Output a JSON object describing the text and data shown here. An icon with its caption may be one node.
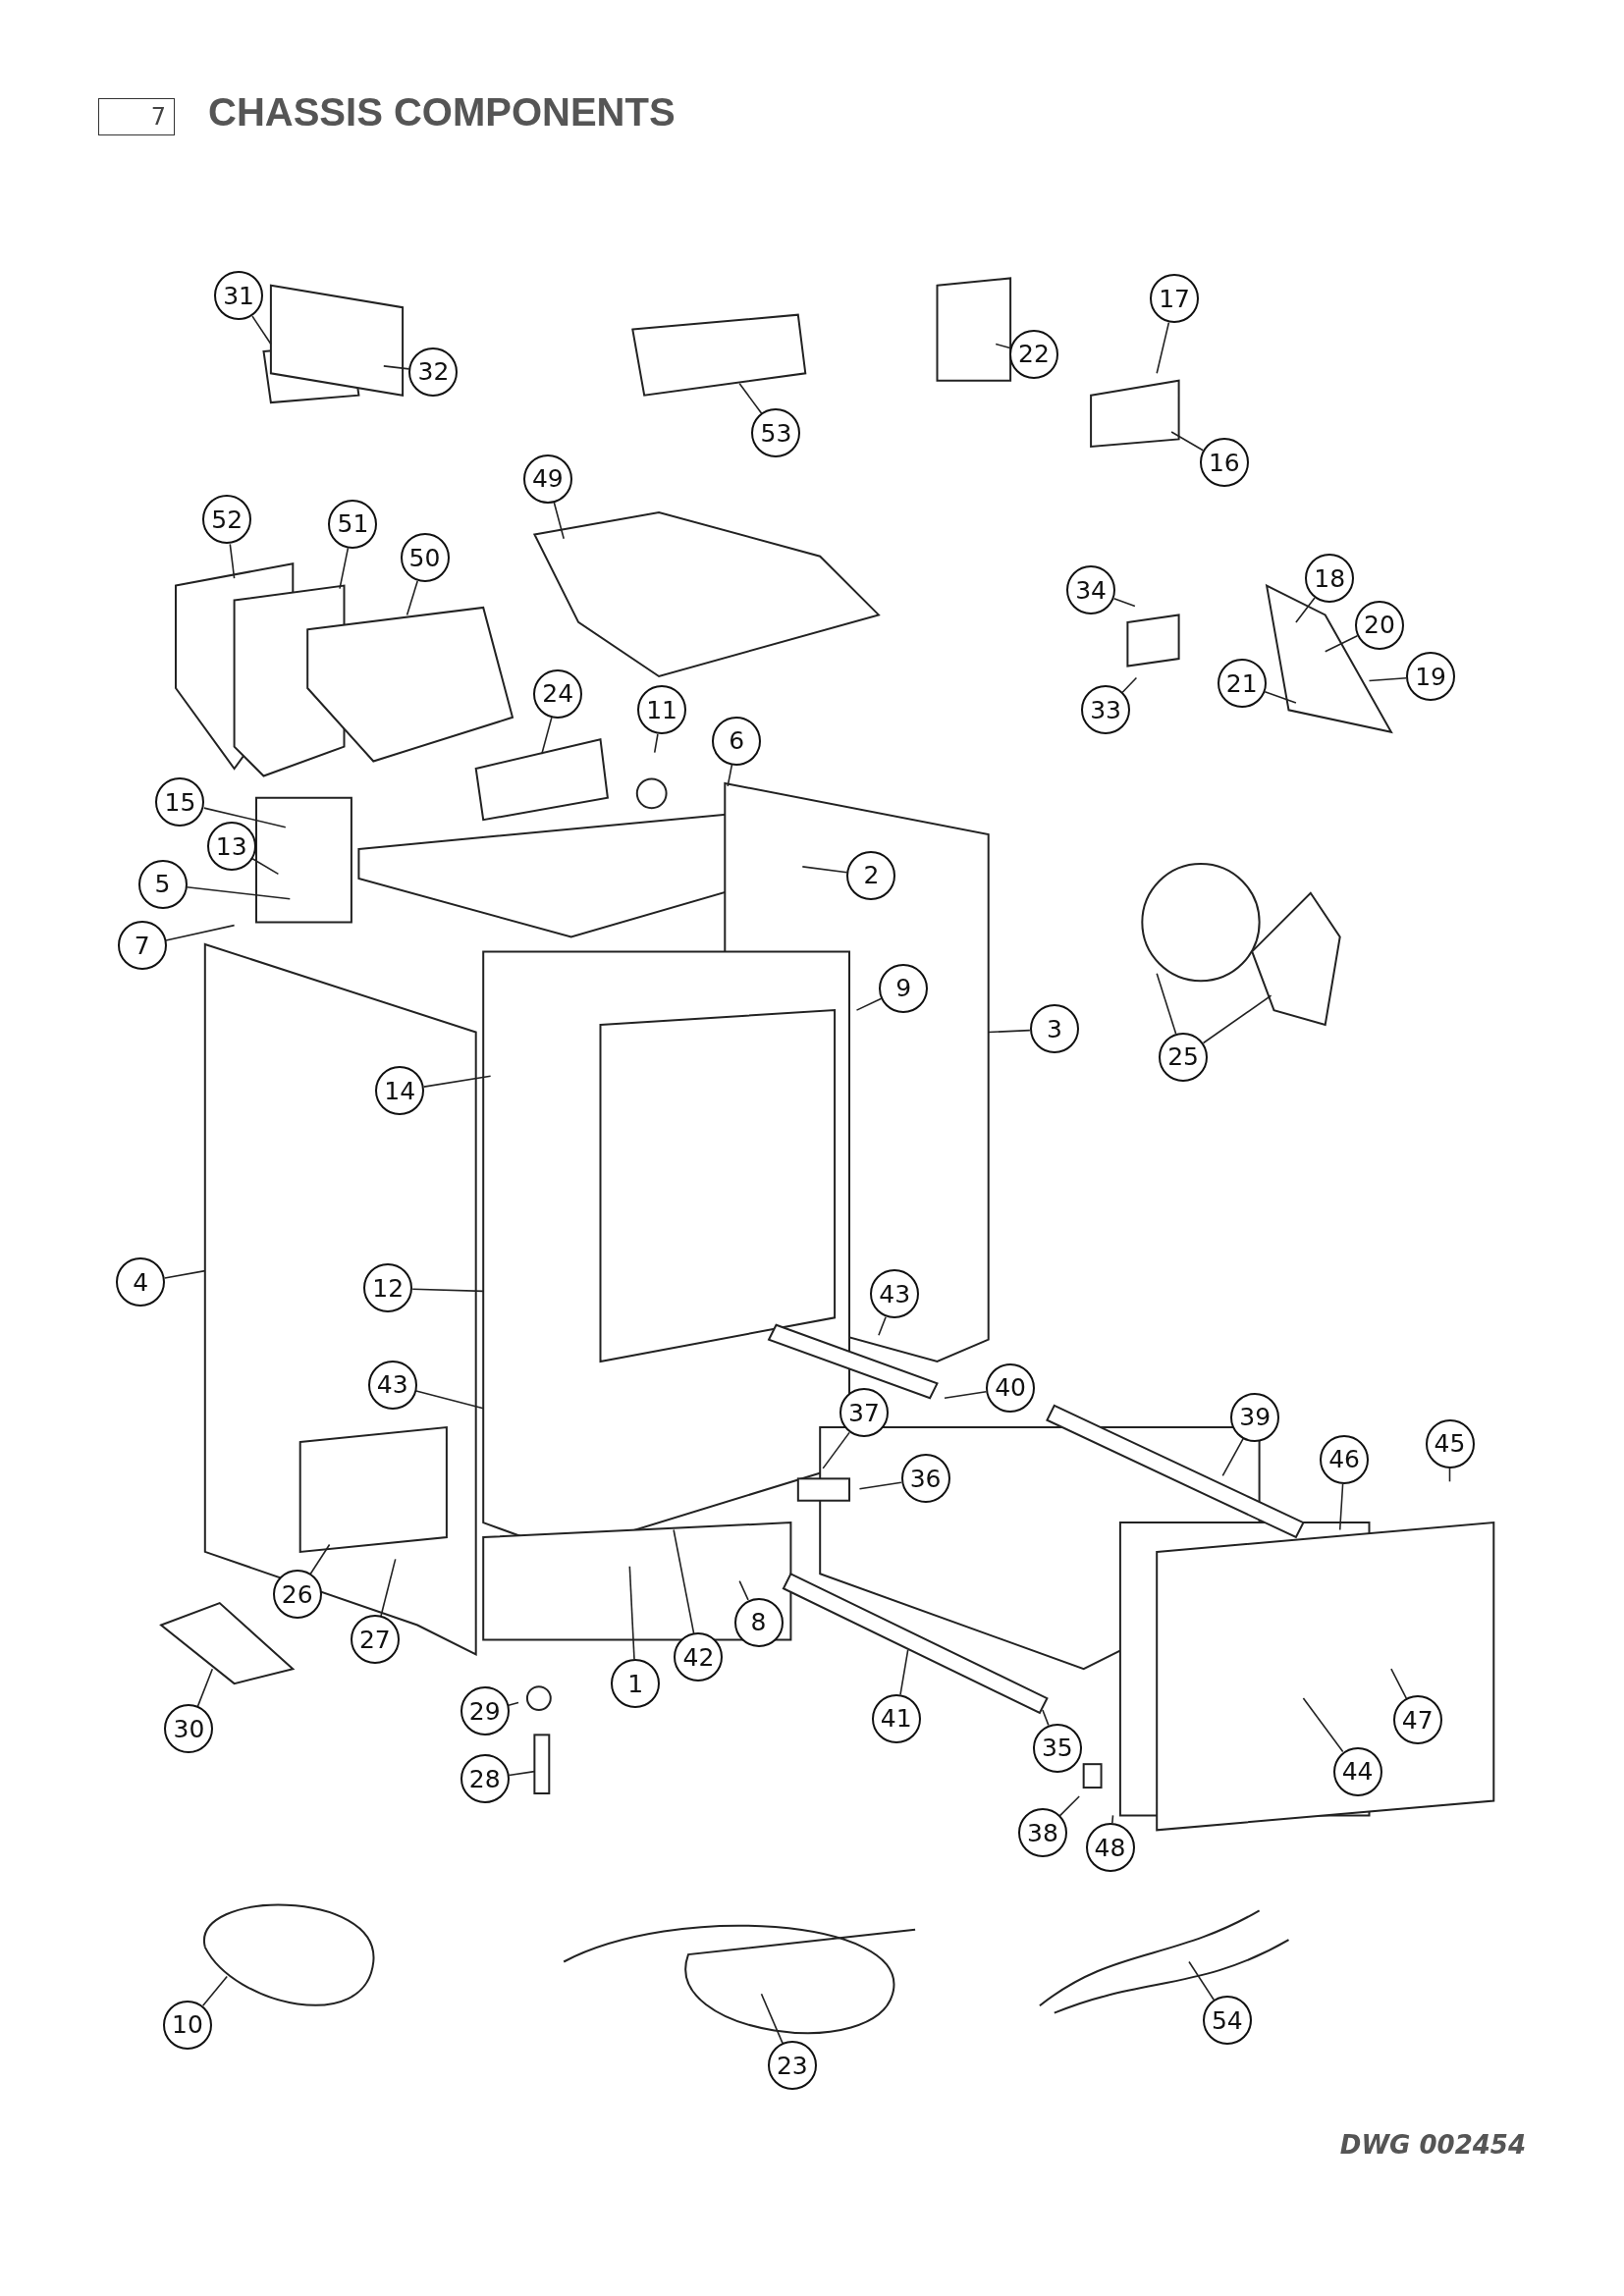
{
  "diagram": {
    "title": "CHASSIS COMPONENTS",
    "nodes": [
      {
        "text": [
          "7"
        ]
      },
      {
        "text": [
          "31"
        ]
      },
      {
        "text": [
          "32"
        ]
      },
      {
        "text": [
          "53"
        ]
      },
      {
        "text": [
          "22"
        ]
      },
      {
        "text": [
          "17"
        ]
      },
      {
        "text": [
          "16"
        ]
      },
      {
        "text": [
          "49"
        ]
      },
      {
        "text": [
          "52"
        ]
      },
      {
        "text": [
          "51"
        ]
      },
      {
        "text": [
          "50"
        ]
      },
      {
        "text": [
          "34"
        ]
      },
      {
        "text": [
          "18"
        ]
      },
      {
        "text": [
          "20"
        ]
      },
      {
        "text": [
          "19"
        ]
      },
      {
        "text": [
          "21"
        ]
      },
      {
        "text": [
          "33"
        ]
      },
      {
        "text": [
          "24"
        ]
      },
      {
        "text": [
          "11"
        ]
      },
      {
        "text": [
          "6"
        ]
      },
      {
        "text": [
          "15"
        ]
      },
      {
        "text": [
          "13"
        ]
      },
      {
        "text": [
          "5"
        ]
      },
      {
        "text": [
          "2"
        ]
      },
      {
        "text": [
          "7"
        ]
      },
      {
        "text": [
          "9"
        ]
      },
      {
        "text": [
          "3"
        ]
      },
      {
        "text": [
          "25"
        ]
      },
      {
        "text": [
          "14"
        ]
      },
      {
        "text": [
          "4"
        ]
      },
      {
        "text": [
          "12"
        ]
      },
      {
        "text": [
          "43"
        ]
      },
      {
        "text": [
          "43"
        ]
      },
      {
        "text": [
          "40"
        ]
      },
      {
        "text": [
          "39"
        ]
      },
      {
        "text": [
          "37"
        ]
      },
      {
        "text": [
          "36"
        ]
      },
      {
        "text": [
          "46"
        ]
      },
      {
        "text": [
          "45"
        ]
      },
      {
        "text": [
          "26"
        ]
      },
      {
        "text": [
          "27"
        ]
      },
      {
        "text": [
          "8"
        ]
      },
      {
        "text": [
          "42"
        ]
      },
      {
        "text": [
          "1"
        ]
      },
      {
        "text": [
          "30"
        ]
      },
      {
        "text": [
          "29"
        ]
      },
      {
        "text": [
          "41"
        ]
      },
      {
        "text": [
          "35"
        ]
      },
      {
        "text": [
          "47"
        ]
      },
      {
        "text": [
          "44"
        ]
      },
      {
        "text": [
          "28"
        ]
      },
      {
        "text": [
          "38"
        ]
      },
      {
        "text": [
          "48"
        ]
      },
      {
        "text": [
          "10"
        ]
      },
      {
        "text": [
          "23"
        ]
      },
      {
        "text": [
          "54"
        ]
      }
    ],
    "edges": [
      {
        "from": 1,
        "to": null,
        "arrow": "none"
      },
      {
        "from": 2,
        "to": null,
        "arrow": "none"
      },
      {
        "from": 3,
        "to": null,
        "arrow": "none"
      },
      {
        "from": 4,
        "to": null,
        "arrow": "none"
      },
      {
        "from": 5,
        "to": null,
        "arrow": "none"
      },
      {
        "from": 6,
        "to": null,
        "arrow": "none"
      },
      {
        "from": 7,
        "to": null,
        "arrow": "none"
      },
      {
        "from": 8,
        "to": null,
        "arrow": "none"
      },
      {
        "from": 9,
        "to": null,
        "arrow": "none"
      },
      {
        "from": 10,
        "to": null,
        "arrow": "none"
      },
      {
        "from": 11,
        "to": null,
        "arrow": "none"
      },
      {
        "from": 12,
        "to": null,
        "arrow": "none"
      },
      {
        "from": 13,
        "to": null,
        "arrow": "none"
      },
      {
        "from": 14,
        "to": null,
        "arrow": "none"
      },
      {
        "from": 15,
        "to": null,
        "arrow": "none"
      },
      {
        "from": 16,
        "to": null,
        "arrow": "none"
      },
      {
        "from": 17,
        "to": null,
        "arrow": "none"
      },
      {
        "from": 18,
        "to": null,
        "arrow": "none"
      },
      {
        "from": 19,
        "to": null,
        "arrow": "none"
      },
      {
        "from": 20,
        "to": null,
        "arrow": "none"
      },
      {
        "from": 21,
        "to": null,
        "arrow": "none"
      },
      {
        "from": 22,
        "to": null,
        "arrow": "none"
      },
      {
        "from": 23,
        "to": null,
        "arrow": "none"
      },
      {
        "from": 24,
        "to": null,
        "arrow": "none"
      },
      {
        "from": 25,
        "to": null,
        "arrow": "none"
      },
      {
        "from": 26,
        "to": null,
        "arrow": "none"
      },
      {
        "from": 27,
        "to": null,
        "arrow": "none"
      },
      {
        "from": 27,
        "to": null,
        "arrow": "none"
      },
      {
        "from": 28,
        "to": null,
        "arrow": "none"
      },
      {
        "from": 29,
        "to": null,
        "arrow": "none"
      },
      {
        "from": 30,
        "to": null,
        "arrow": "none"
      },
      {
        "from": 31,
        "to": null,
        "arrow": "none"
      },
      {
        "from": 32,
        "to": null,
        "arrow": "none"
      },
      {
        "from": 33,
        "to": null,
        "arrow": "none"
      },
      {
        "from": 34,
        "to": null,
        "arrow": "none"
      },
      {
        "from": 35,
        "to": null,
        "arrow": "none"
      },
      {
        "from": 36,
        "to": null,
        "arrow": "none"
      },
      {
        "from": 37,
        "to": null,
        "arrow": "none"
      },
      {
        "from": 38,
        "to": null,
        "arrow": "none"
      },
      {
        "from": 39,
        "to": null,
        "arrow": "none"
      },
      {
        "from": 40,
        "to": null,
        "arrow": "none"
      },
      {
        "from": 41,
        "to": null,
        "arrow": "none"
      },
      {
        "from": 42,
        "to": null,
        "arrow": "none"
      },
      {
        "from": 43,
        "to": null,
        "arrow": "none"
      },
      {
        "from": 44,
        "to": null,
        "arrow": "none"
      },
      {
        "from": 45,
        "to": null,
        "arrow": "none"
      },
      {
        "from": 46,
        "to": null,
        "arrow": "none"
      },
      {
        "from": 47,
        "to": null,
        "arrow": "none"
      },
      {
        "from": 48,
        "to": null,
        "arrow": "none"
      },
      {
        "from": 49,
        "to": null,
        "arrow": "none"
      },
      {
        "from": 50,
        "to": null,
        "arrow": "none"
      },
      {
        "from": 51,
        "to": null,
        "arrow": "none"
      },
      {
        "from": 52,
        "to": null,
        "arrow": "none"
      },
      {
        "from": 53,
        "to": null,
        "arrow": "none"
      },
      {
        "from": 54,
        "to": null,
        "arrow": "none"
      },
      {
        "from": 55,
        "to": null,
        "arrow": "none"
      }
    ],
    "labels": [
      "DWG 002454"
    ]
  }
}
